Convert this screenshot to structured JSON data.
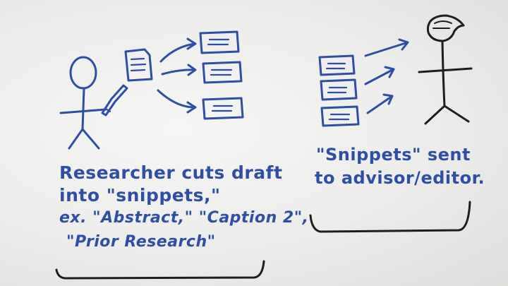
{
  "left_caption": {
    "line1": "Researcher cuts draft",
    "line2": "into \"snippets,\"",
    "line3": "ex. \"Abstract,\" \"Caption 2\",",
    "line4": "\"Prior Research\""
  },
  "right_caption": {
    "line1": "\"Snippets\" sent",
    "line2": "to advisor/editor."
  },
  "colors": {
    "marker_blue": "#2f4fa6",
    "marker_black": "#1e1e22",
    "whiteboard": "#f2f2f0"
  }
}
